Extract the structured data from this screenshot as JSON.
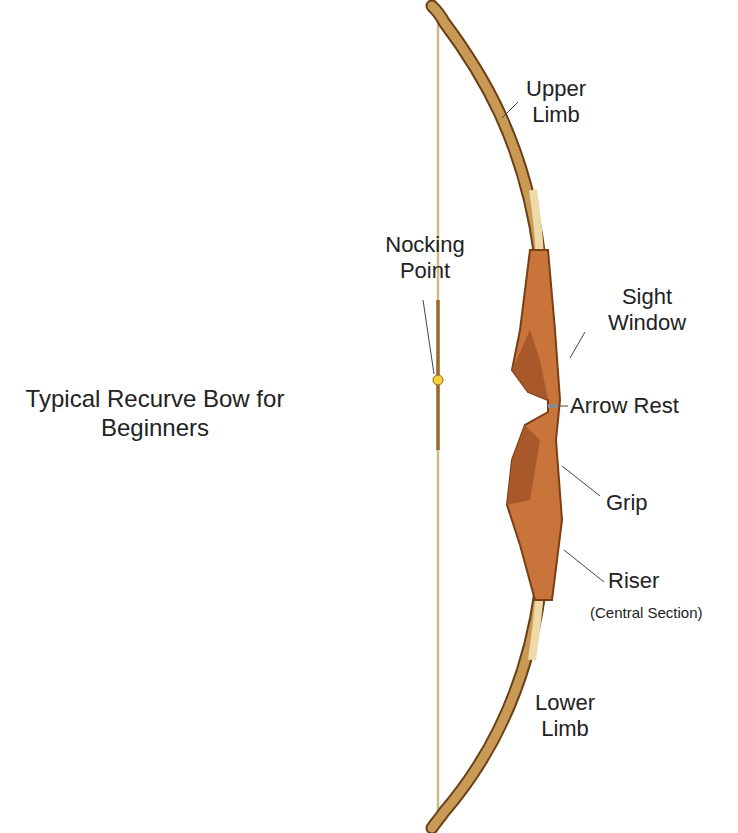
{
  "diagram": {
    "title": "Typical Recurve Bow for Beginners",
    "labels": [
      "Upper Limb",
      "Nocking Point",
      "Sight Window",
      "Arrow Rest",
      "Grip",
      "Riser",
      "(Central Section)",
      "Lower Limb"
    ]
  }
}
